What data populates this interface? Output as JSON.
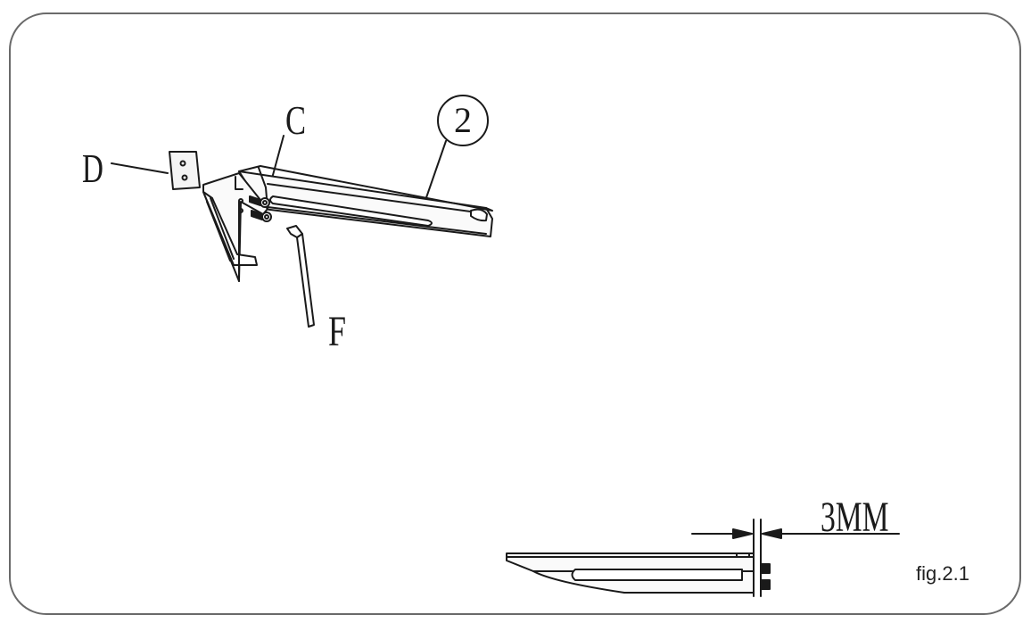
{
  "labels": {
    "D": "D",
    "C": "C",
    "F": "F",
    "part": "2",
    "gap": "3MM"
  },
  "caption": "fig.2.1"
}
